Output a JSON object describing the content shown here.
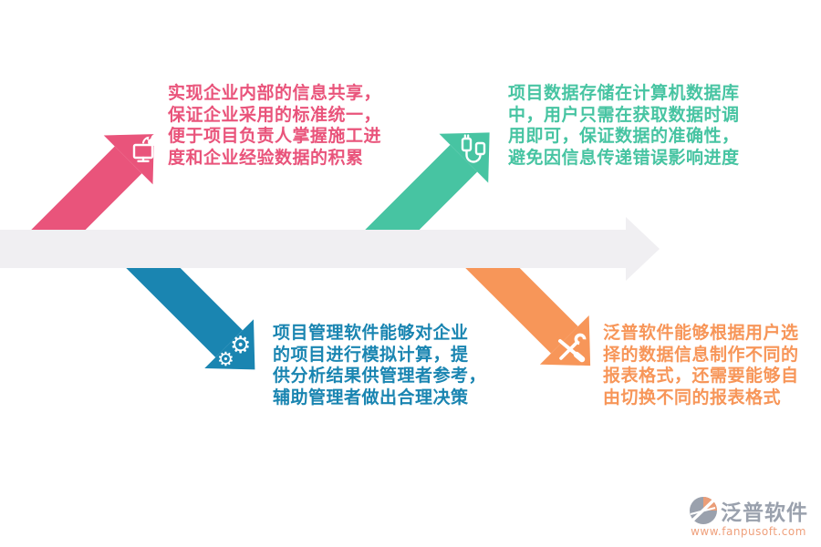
{
  "colors": {
    "pink": "#e9547b",
    "teal": "#47c4a2",
    "blue": "#1a85b1",
    "orange": "#f79659",
    "timeline_gray": "#f0eff2",
    "icon_white": "#ffffff",
    "logo_gray": "#9aa1ad",
    "logo_url_color": "#efa07c",
    "logo_accent": "#eb9d77",
    "background": "#ffffff"
  },
  "notes": {
    "top_left": {
      "icon": "cloud-sync-monitor",
      "lines": {
        "0": "实现企业内部的信息共享，",
        "1": "保证企业采用的标准统一，",
        "2": "便于项目负责人掌握施工进",
        "3": "度和企业经验数据的积累"
      }
    },
    "top_right": {
      "icon": "usb-connection",
      "lines": {
        "0": "项目数据存储在计算机数据库",
        "1": "中，用户只需在获取数据时调",
        "2": "用即可，保证数据的准确性，",
        "3": "避免因信息传递错误影响进度"
      }
    },
    "bottom_left": {
      "icon": "gears",
      "lines": {
        "0": "项目管理软件能够对企业",
        "1": "的项目进行模拟计算，提",
        "2": "供分析结果供管理者参考，",
        "3": "辅助管理者做出合理决策"
      }
    },
    "bottom_right": {
      "icon": "repair-tools",
      "lines": {
        "0": "泛普软件能够根据用户选",
        "1": "择的数据信息制作不同的",
        "2": "报表格式，还需要能够自",
        "3": "由切换不同的报表格式"
      }
    }
  },
  "logo": {
    "name": "泛普软件",
    "url": "www.fanpusoft.com"
  }
}
